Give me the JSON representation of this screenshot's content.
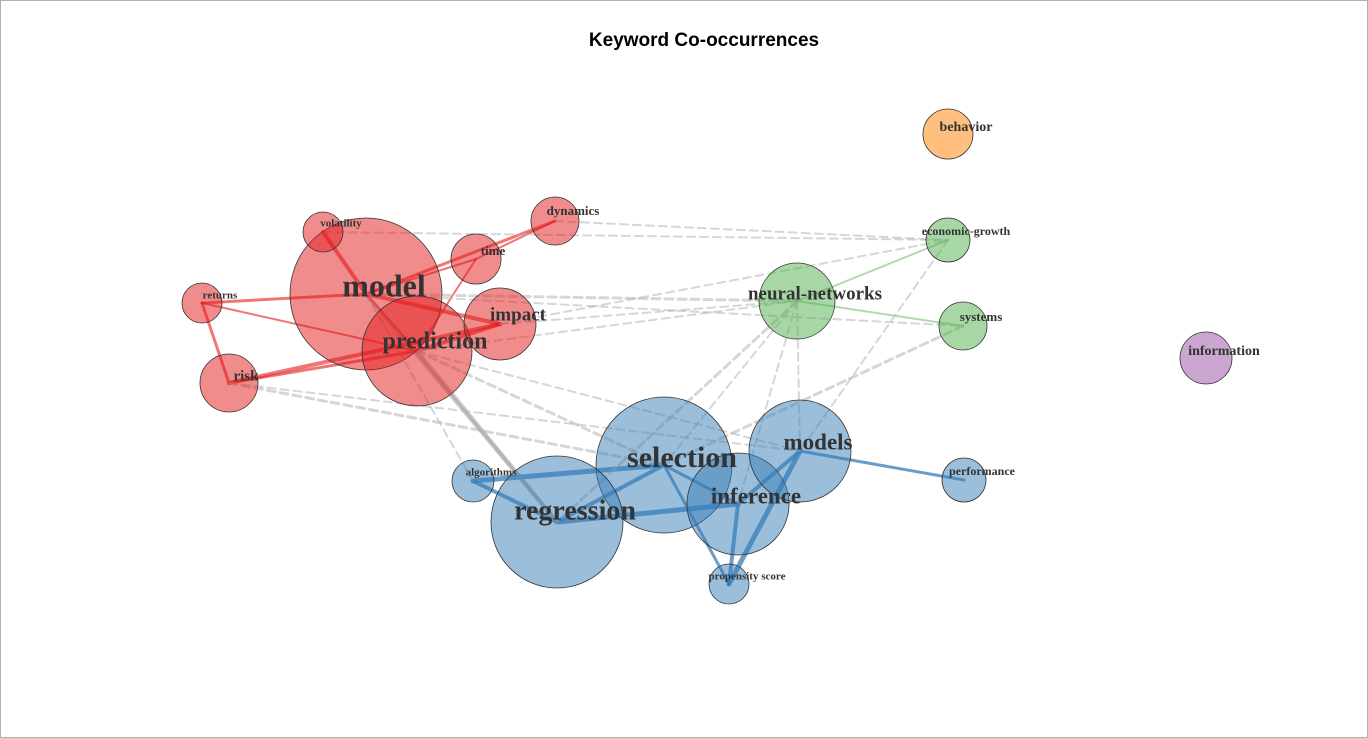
{
  "title": "Keyword Co-occurrences",
  "clusters": {
    "red": "#e41a1c",
    "blue": "#377eb8",
    "green": "#4daf4a",
    "purple": "#984ea3",
    "orange": "#ff7f00"
  },
  "nodes": [
    {
      "id": "model",
      "label": "model",
      "cluster": "red"
    },
    {
      "id": "prediction",
      "label": "prediction",
      "cluster": "red"
    },
    {
      "id": "impact",
      "label": "impact",
      "cluster": "red"
    },
    {
      "id": "time",
      "label": "time",
      "cluster": "red"
    },
    {
      "id": "dynamics",
      "label": "dynamics",
      "cluster": "red"
    },
    {
      "id": "volatility",
      "label": "volatility",
      "cluster": "red"
    },
    {
      "id": "returns",
      "label": "returns",
      "cluster": "red"
    },
    {
      "id": "risk",
      "label": "risk",
      "cluster": "red"
    },
    {
      "id": "selection",
      "label": "selection",
      "cluster": "blue"
    },
    {
      "id": "regression",
      "label": "regression",
      "cluster": "blue"
    },
    {
      "id": "inference",
      "label": "inference",
      "cluster": "blue"
    },
    {
      "id": "models",
      "label": "models",
      "cluster": "blue"
    },
    {
      "id": "algorithms",
      "label": "algorithms",
      "cluster": "blue"
    },
    {
      "id": "propensity",
      "label": "propensity score",
      "cluster": "blue"
    },
    {
      "id": "performance",
      "label": "performance",
      "cluster": "blue"
    },
    {
      "id": "neural",
      "label": "neural-networks",
      "cluster": "green"
    },
    {
      "id": "economic",
      "label": "economic-growth",
      "cluster": "green"
    },
    {
      "id": "systems",
      "label": "systems",
      "cluster": "green"
    },
    {
      "id": "information",
      "label": "information",
      "cluster": "purple"
    },
    {
      "id": "behavior",
      "label": "behavior",
      "cluster": "orange"
    }
  ],
  "edges": [
    {
      "a": "model",
      "b": "prediction",
      "kind": "red"
    },
    {
      "a": "model",
      "b": "returns",
      "kind": "red"
    },
    {
      "a": "model",
      "b": "volatility",
      "kind": "red"
    },
    {
      "a": "model",
      "b": "time",
      "kind": "red"
    },
    {
      "a": "model",
      "b": "dynamics",
      "kind": "red"
    },
    {
      "a": "model",
      "b": "impact",
      "kind": "red"
    },
    {
      "a": "prediction",
      "b": "returns",
      "kind": "red"
    },
    {
      "a": "prediction",
      "b": "risk",
      "kind": "red"
    },
    {
      "a": "prediction",
      "b": "impact",
      "kind": "red"
    },
    {
      "a": "prediction",
      "b": "time",
      "kind": "red"
    },
    {
      "a": "returns",
      "b": "risk",
      "kind": "red"
    },
    {
      "a": "impact",
      "b": "risk",
      "kind": "red"
    },
    {
      "a": "time",
      "b": "dynamics",
      "kind": "red"
    },
    {
      "a": "selection",
      "b": "regression",
      "kind": "blue"
    },
    {
      "a": "regression",
      "b": "inference",
      "kind": "blue"
    },
    {
      "a": "selection",
      "b": "inference",
      "kind": "blue"
    },
    {
      "a": "inference",
      "b": "propensity",
      "kind": "blue"
    },
    {
      "a": "models",
      "b": "propensity",
      "kind": "blue"
    },
    {
      "a": "models",
      "b": "performance",
      "kind": "blue"
    },
    {
      "a": "algorithms",
      "b": "regression",
      "kind": "blue"
    },
    {
      "a": "algorithms",
      "b": "selection",
      "kind": "blue"
    },
    {
      "a": "selection",
      "b": "propensity",
      "kind": "blue"
    },
    {
      "a": "models",
      "b": "inference",
      "kind": "blue"
    },
    {
      "a": "neural",
      "b": "economic",
      "kind": "green"
    },
    {
      "a": "neural",
      "b": "systems",
      "kind": "green"
    },
    {
      "a": "model",
      "b": "regression",
      "kind": "gray-solid"
    },
    {
      "a": "prediction",
      "b": "regression",
      "kind": "gray-solid"
    },
    {
      "a": "model",
      "b": "algorithms",
      "kind": "gray-dash"
    },
    {
      "a": "risk",
      "b": "selection",
      "kind": "gray-dash"
    },
    {
      "a": "risk",
      "b": "models",
      "kind": "gray-dash"
    },
    {
      "a": "prediction",
      "b": "neural",
      "kind": "gray-dash"
    },
    {
      "a": "impact",
      "b": "neural",
      "kind": "gray-dash"
    },
    {
      "a": "prediction",
      "b": "selection",
      "kind": "gray-dash"
    },
    {
      "a": "prediction",
      "b": "models",
      "kind": "gray-dash"
    },
    {
      "a": "volatility",
      "b": "economic",
      "kind": "gray-dash"
    },
    {
      "a": "dynamics",
      "b": "economic",
      "kind": "gray-dash"
    },
    {
      "a": "model",
      "b": "neural",
      "kind": "gray-dash"
    },
    {
      "a": "impact",
      "b": "economic",
      "kind": "gray-dash"
    },
    {
      "a": "model",
      "b": "systems",
      "kind": "gray-dash"
    },
    {
      "a": "neural",
      "b": "selection",
      "kind": "gray-dash"
    },
    {
      "a": "neural",
      "b": "regression",
      "kind": "gray-dash"
    },
    {
      "a": "neural",
      "b": "models",
      "kind": "gray-dash"
    },
    {
      "a": "neural",
      "b": "inference",
      "kind": "gray-dash"
    },
    {
      "a": "economic",
      "b": "models",
      "kind": "gray-dash"
    },
    {
      "a": "systems",
      "b": "selection",
      "kind": "gray-dash"
    }
  ]
}
